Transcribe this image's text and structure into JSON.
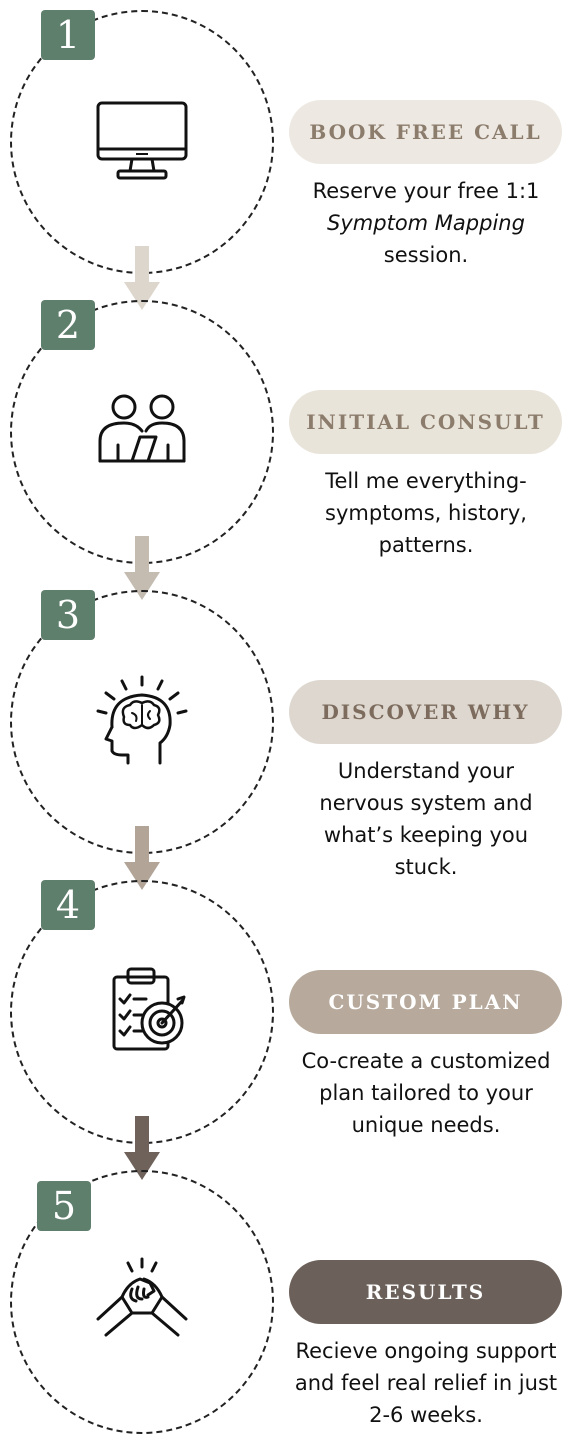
{
  "steps": [
    {
      "number": "1",
      "title": "BOOK FREE CALL",
      "desc_before": "Reserve your free 1:1",
      "desc_em": "Symptom Mapping",
      "desc_after": "session.",
      "icon": "monitor-icon",
      "pill_bg": "#ede9e2",
      "pill_fg": "#8c7c6c"
    },
    {
      "number": "2",
      "title": "INITIAL CONSULT",
      "desc": "Tell me everything- symptoms, history, patterns.",
      "icon": "consultation-icon",
      "pill_bg": "#e9e4da",
      "pill_fg": "#8c7c6c"
    },
    {
      "number": "3",
      "title": "DISCOVER WHY",
      "desc": "Understand your nervous system and what’s keeping you stuck.",
      "icon": "brain-idea-icon",
      "pill_bg": "#ddd7cf",
      "pill_fg": "#7d6c5e"
    },
    {
      "number": "4",
      "title": "CUSTOM PLAN",
      "desc": "Co-create a customized plan tailored to your unique needs.",
      "icon": "clipboard-target-icon",
      "pill_bg": "#b7aa9c",
      "pill_fg": "#ffffff"
    },
    {
      "number": "5",
      "title": "RESULTS",
      "desc": "Recieve ongoing support and feel real relief in just 2-6 weeks.",
      "icon": "handshake-icon",
      "pill_bg": "#6c615a",
      "pill_fg": "#ffffff"
    }
  ],
  "arrow_colors": [
    "#ddd6cd",
    "#c4bcb1",
    "#b2a598",
    "#6f625b"
  ],
  "accent_color": "#5f7f6d"
}
